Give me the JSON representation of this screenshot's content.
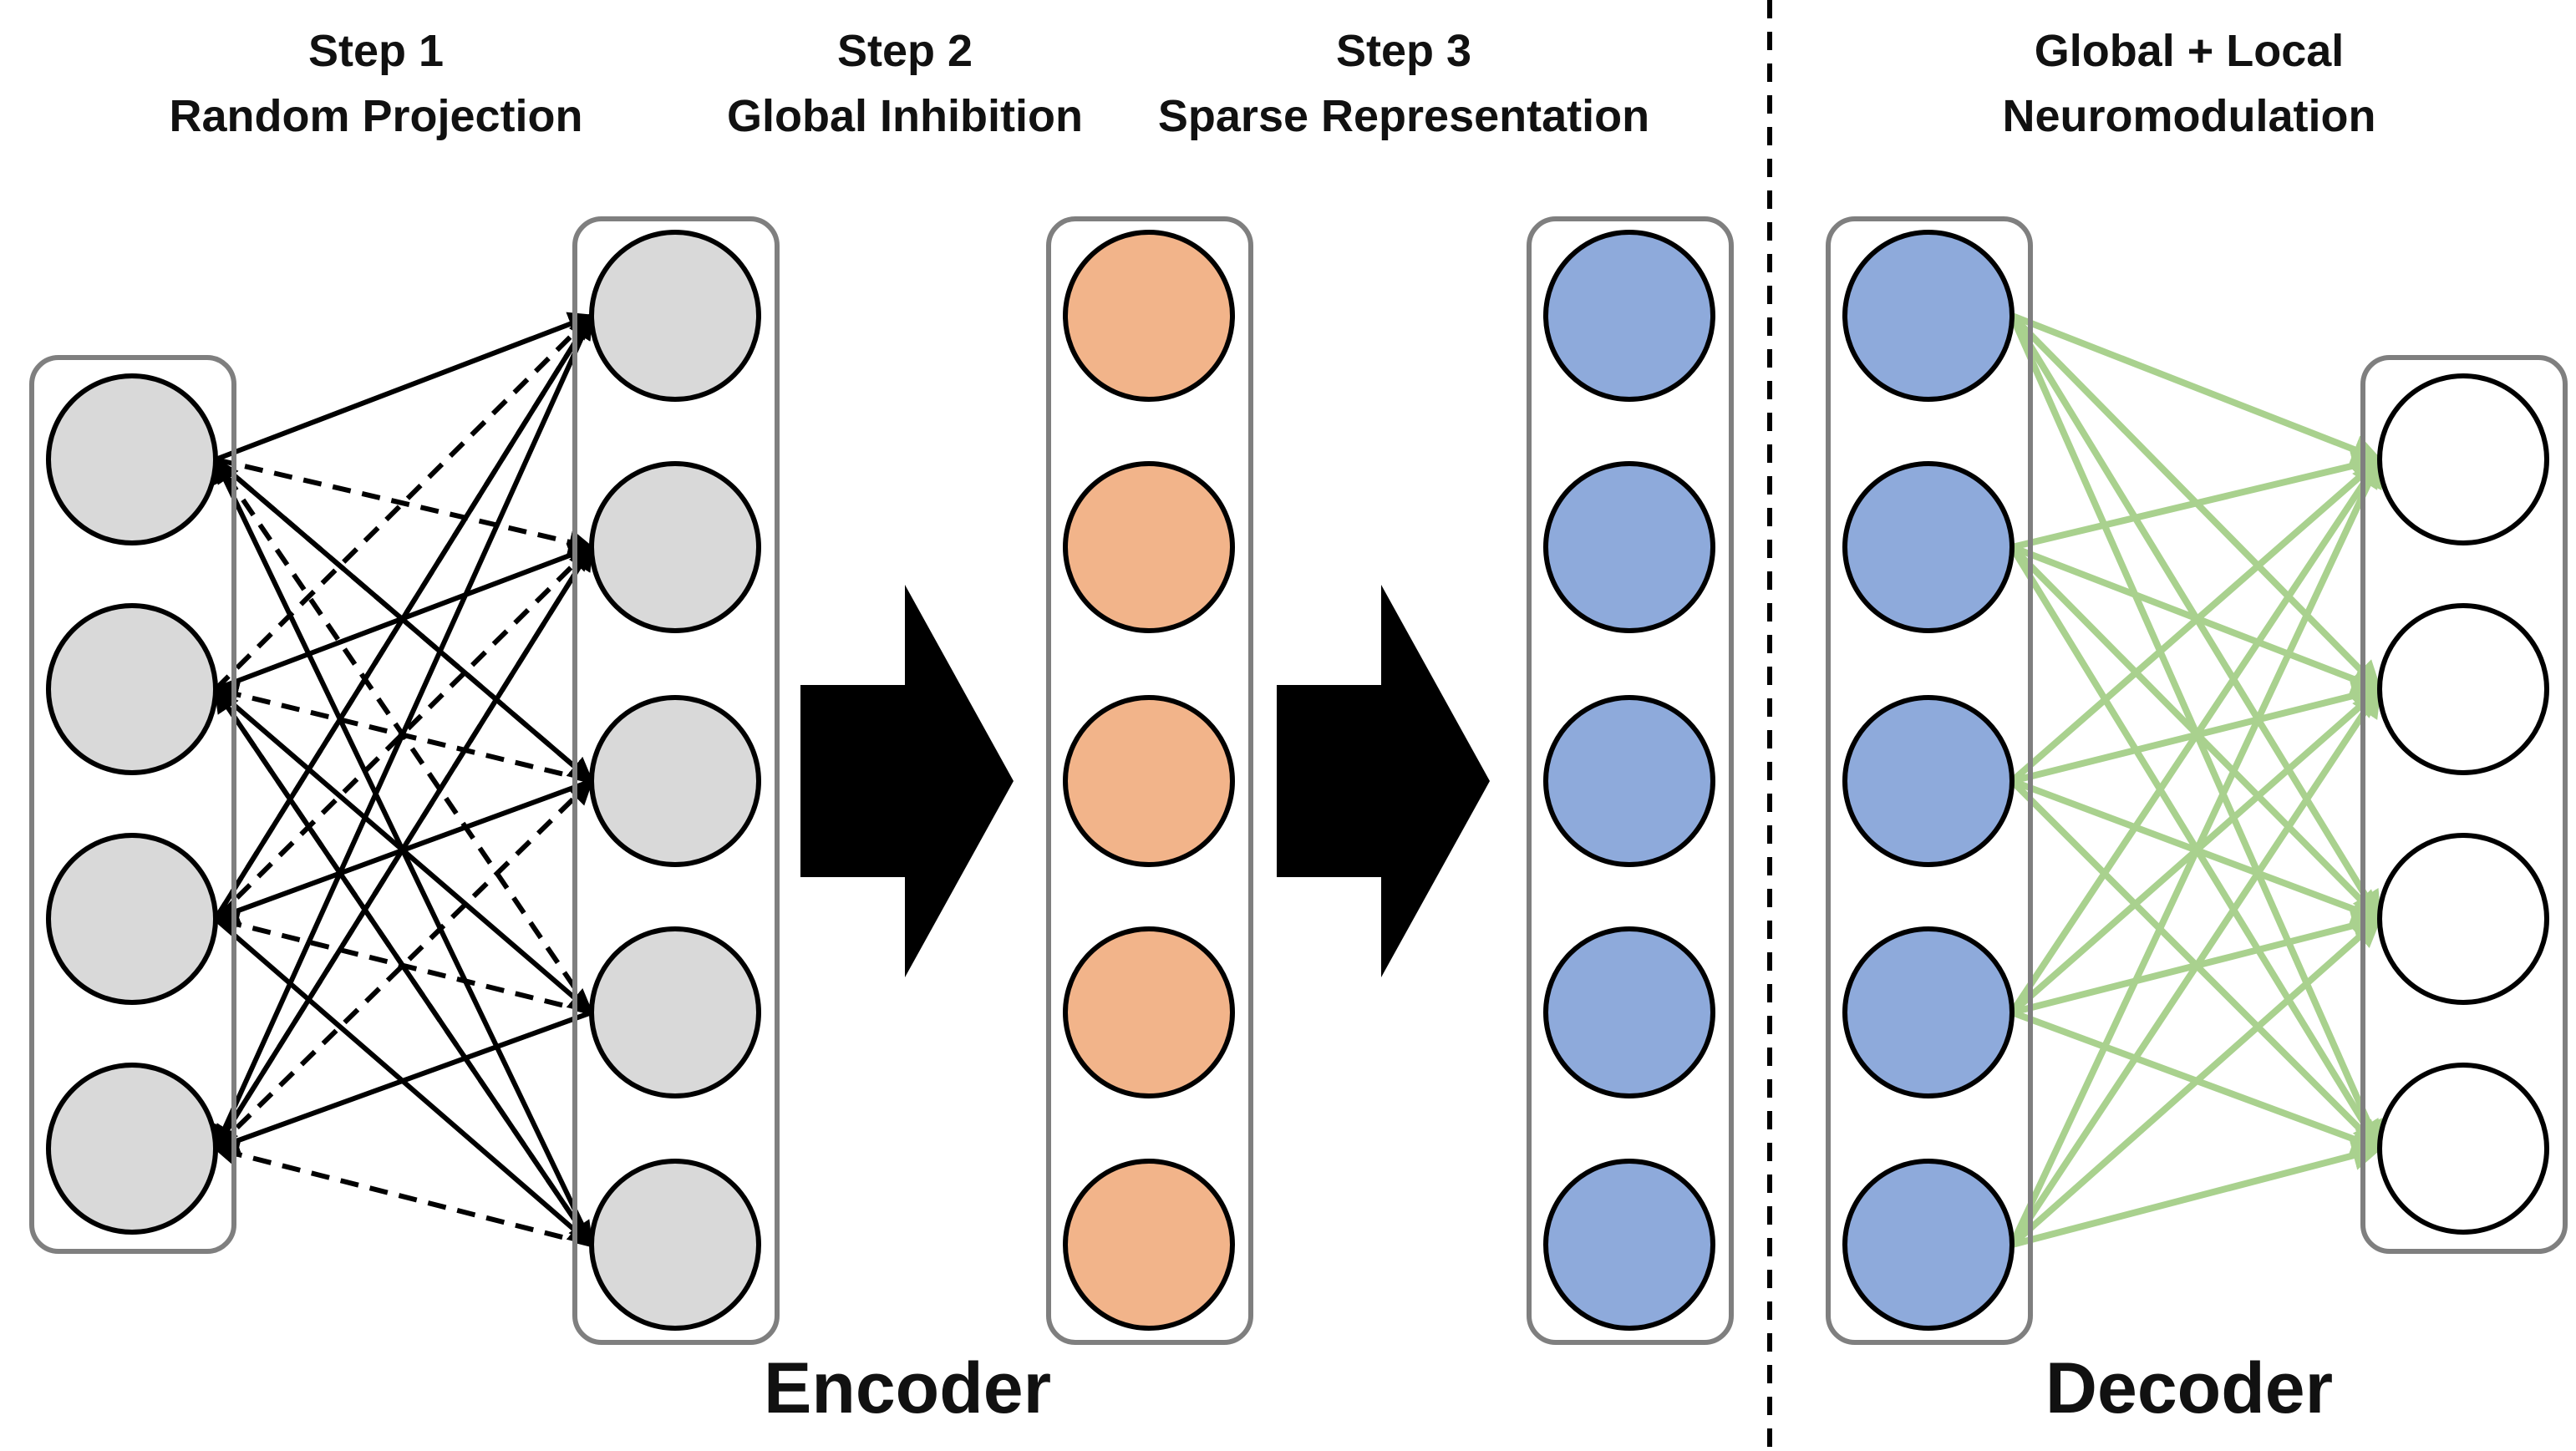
{
  "steps": [
    {
      "line1": "Step 1",
      "line2": "Random Projection"
    },
    {
      "line1": "Step 2",
      "line2": "Global Inhibition"
    },
    {
      "line1": "Step 3",
      "line2": "Sparse Representation"
    }
  ],
  "neuromodulation": {
    "line1": "Global + Local",
    "line2": "Neuromodulation"
  },
  "sections": {
    "encoder": "Encoder",
    "decoder": "Decoder"
  },
  "layers": [
    {
      "id": "input",
      "neurons": 4,
      "fill": "#d9d9d9"
    },
    {
      "id": "projection",
      "neurons": 5,
      "fill": "#d9d9d9"
    },
    {
      "id": "inhibition",
      "neurons": 5,
      "fill": "#f2b48a"
    },
    {
      "id": "sparse",
      "neurons": 5,
      "fill": "#8eaadb"
    },
    {
      "id": "decoder-in",
      "neurons": 5,
      "fill": "#8eaadb"
    },
    {
      "id": "decoder-out",
      "neurons": 4,
      "fill": "#ffffff"
    }
  ],
  "colors": {
    "neuron_stroke": "#000000",
    "layer_box_stroke": "#7f7f7f",
    "encoder_connection": "#000000",
    "decoder_connection": "#a9d18e",
    "flow_arrow": "#000000",
    "divider": "#000000"
  },
  "connections": {
    "encoder": {
      "solid_and_dashed": true,
      "from": "input",
      "to": "projection"
    },
    "decoder": {
      "fully_connected": true,
      "from": "decoder-in",
      "to": "decoder-out"
    }
  },
  "icons": [
    "flow-arrow-icon",
    "flow-arrow-icon"
  ]
}
